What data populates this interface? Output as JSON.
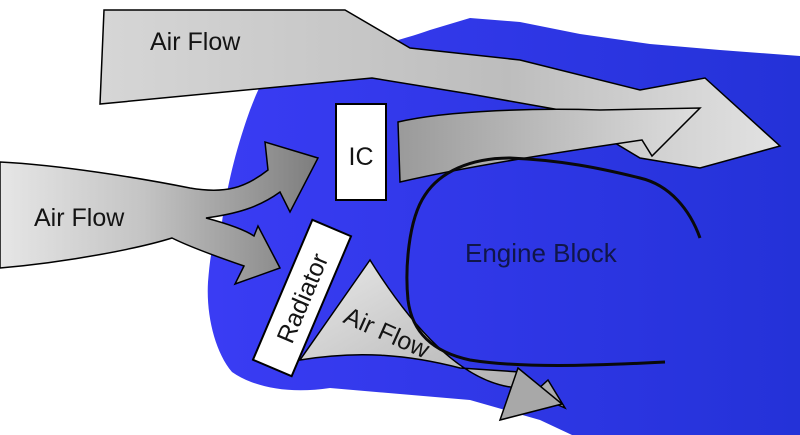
{
  "diagram": {
    "colors": {
      "engine_bay": "#2b35f2",
      "engine_bay_dark": "#1c28c9",
      "arrow_light": "#e4e4e4",
      "arrow_dark": "#8e8e8e",
      "outline": "#000000",
      "component_fill": "#ffffff"
    },
    "labels": {
      "air_flow_top": "Air Flow",
      "air_flow_left": "Air Flow",
      "air_flow_bottom": "Air Flow",
      "intercooler": "IC",
      "radiator": "Radiator",
      "engine_block": "Engine Block"
    }
  }
}
